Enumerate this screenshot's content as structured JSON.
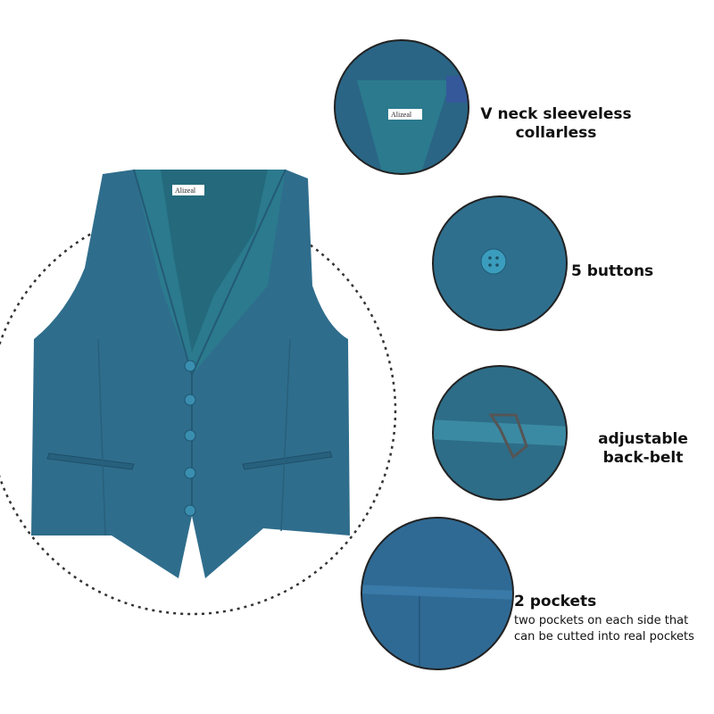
{
  "brand_label": "Alizeal",
  "colors": {
    "vest": "#2f6d8c",
    "vest_dark": "#21536d",
    "lining": "#2b7a8e",
    "dashed_circle": "#333333"
  },
  "features": [
    {
      "title_line1": "V neck sleeveless",
      "title_line2": "collarless"
    },
    {
      "title": "5 buttons"
    },
    {
      "title_line1": "adjustable",
      "title_line2": "back-belt"
    },
    {
      "title": "2 pockets",
      "desc_line1": "two pockets on each side that",
      "desc_line2": "can be cutted into real pockets"
    }
  ]
}
